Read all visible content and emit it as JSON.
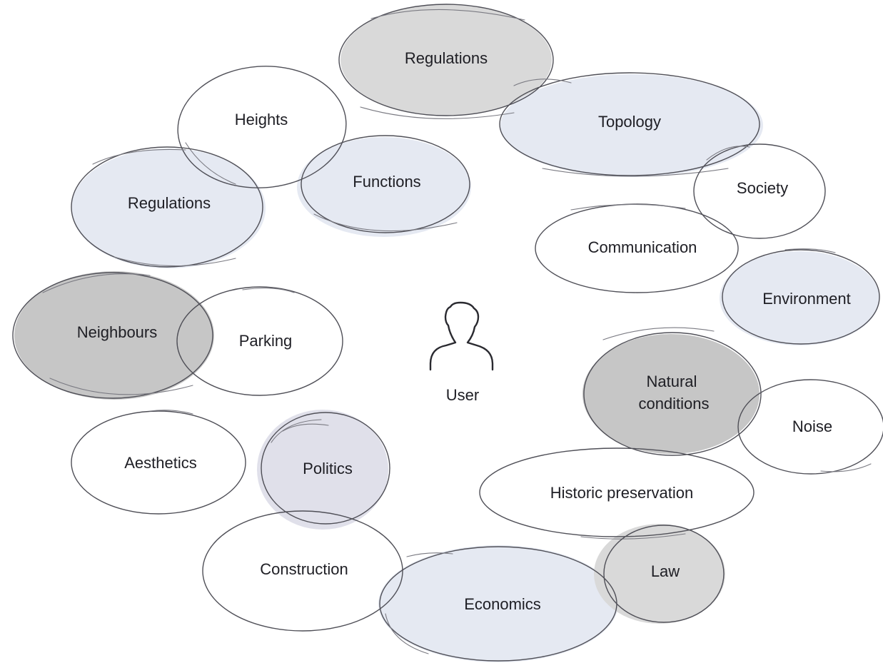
{
  "colors": {
    "background": "#ffffff",
    "stroke": "#4f4f57",
    "text": "#1e1e24",
    "fill_dark_gray": "#c6c6c6",
    "fill_mid_gray": "#d8d8d8",
    "fill_light_blue": "#e5e9f2",
    "fill_lavender": "#e0e0ea"
  },
  "center": {
    "icon": "user-icon",
    "label": "User"
  },
  "nodes": [
    {
      "id": "regulations-top",
      "label": "Regulations",
      "fill": "#d9d9d9"
    },
    {
      "id": "heights",
      "label": "Heights",
      "fill": "none"
    },
    {
      "id": "topology",
      "label": "Topology",
      "fill": "#e5e9f2"
    },
    {
      "id": "functions",
      "label": "Functions",
      "fill": "#e5e9f2"
    },
    {
      "id": "regulations-left",
      "label": "Regulations",
      "fill": "#e5e9f2"
    },
    {
      "id": "society",
      "label": "Society",
      "fill": "none"
    },
    {
      "id": "communication",
      "label": "Communication",
      "fill": "none"
    },
    {
      "id": "environment",
      "label": "Environment",
      "fill": "#e5e9f2"
    },
    {
      "id": "neighbours",
      "label": "Neighbours",
      "fill": "#c6c6c6"
    },
    {
      "id": "parking",
      "label": "Parking",
      "fill": "none"
    },
    {
      "id": "natural-conditions",
      "label": "Natural\nconditions",
      "fill": "#c6c6c6"
    },
    {
      "id": "noise",
      "label": "Noise",
      "fill": "none"
    },
    {
      "id": "aesthetics",
      "label": "Aesthetics",
      "fill": "none"
    },
    {
      "id": "politics",
      "label": "Politics",
      "fill": "#e0e0ea"
    },
    {
      "id": "historic-preservation",
      "label": "Historic preservation",
      "fill": "none"
    },
    {
      "id": "construction",
      "label": "Construction",
      "fill": "none"
    },
    {
      "id": "economics",
      "label": "Economics",
      "fill": "#e5e9f2"
    },
    {
      "id": "law",
      "label": "Law",
      "fill": "#d9d9d9"
    }
  ]
}
